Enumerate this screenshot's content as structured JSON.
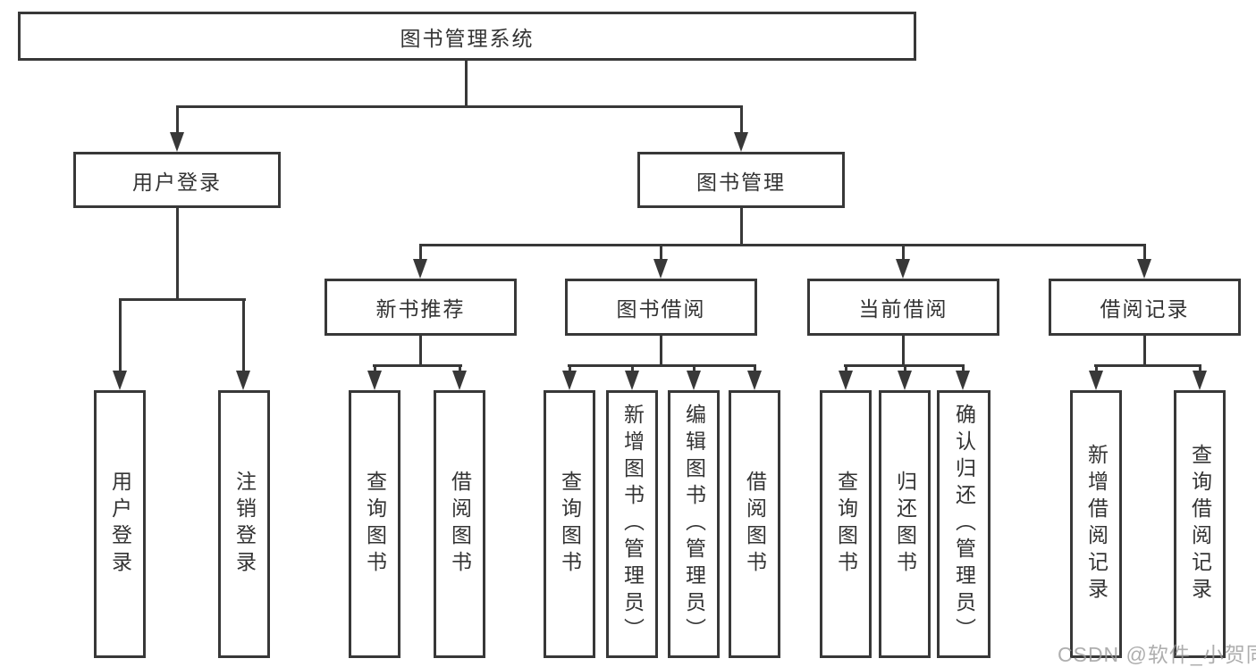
{
  "diagram": {
    "root": "图书管理系统",
    "user_login": {
      "label": "用户登录",
      "children": [
        "用户登录",
        "注销登录"
      ]
    },
    "book_mgmt": {
      "label": "图书管理",
      "sections": [
        {
          "label": "新书推荐",
          "children": [
            "查询图书",
            "借阅图书"
          ]
        },
        {
          "label": "图书借阅",
          "children": [
            "查询图书",
            "新增图书（管理员）",
            "编辑图书（管理员）",
            "借阅图书"
          ]
        },
        {
          "label": "当前借阅",
          "children": [
            "查询图书",
            "归还图书",
            "确认归还（管理员）"
          ]
        },
        {
          "label": "借阅记录",
          "children": [
            "新增借阅记录",
            "查询借阅记录"
          ]
        }
      ]
    }
  },
  "colors": {
    "line": "#383838",
    "text": "#333333",
    "watermark": "#9a9a9a"
  },
  "watermark": "CSDN @软件_小贺同学"
}
